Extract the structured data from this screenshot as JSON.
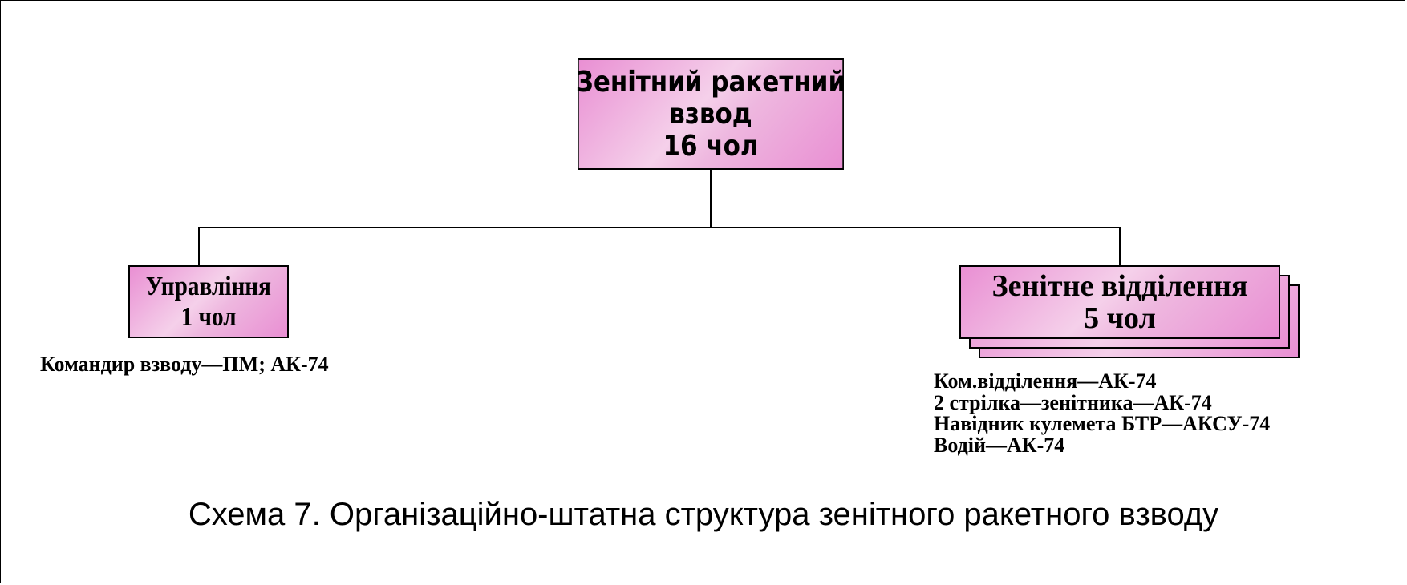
{
  "diagram": {
    "root": {
      "lines": [
        "Зенітний ракетний",
        "взвод",
        "16 чол"
      ]
    },
    "children": [
      {
        "lines": [
          "Управління",
          "1 чол"
        ],
        "staff": [
          "Командир взводу—ПМ; АК-74"
        ]
      },
      {
        "lines": [
          "Зенітне відділення",
          "5 чол"
        ],
        "staff": [
          "Ком.відділення—АК-74",
          "2 стрілка—зенітника—АК-74",
          "Навідник кулемета БТР—АКСУ-74",
          "Водій—АК-74"
        ]
      }
    ]
  },
  "caption": "Схема 7. Організаційно-штатна структура зенітного ракетного взводу",
  "colors": {
    "box_fill_dark": "#e98fd3",
    "box_fill_light": "#f5d0ea",
    "line": "#000000"
  }
}
